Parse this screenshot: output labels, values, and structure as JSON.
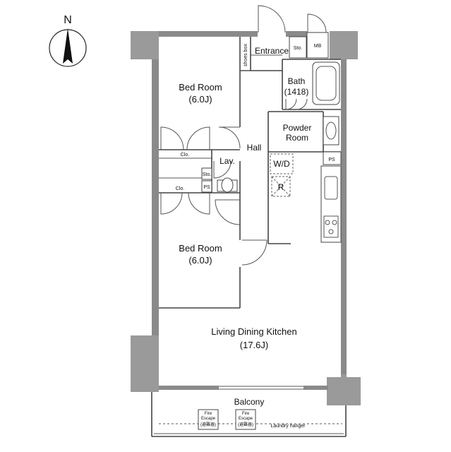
{
  "compass": {
    "letter": "N",
    "icon": "north-arrow-icon"
  },
  "rooms": {
    "bedroom_top": {
      "name": "Bed Room",
      "size": "(6.0J)"
    },
    "bedroom_bottom": {
      "name": "Bed Room",
      "size": "(6.0J)"
    },
    "ldk": {
      "name": "Living Dining Kitchen",
      "size": "(17.6J)"
    },
    "bath": {
      "name": "Bath",
      "size": "(1418)"
    },
    "powder": {
      "line1": "Powder",
      "line2": "Room"
    },
    "entrance": "Entrance",
    "hall": "Hall",
    "lav": "Lav.",
    "balcony": "Balcony"
  },
  "small_labels": {
    "shoes_box": "shoes box",
    "sto_entrance": "Sto.",
    "mb": "MB",
    "clo_top": "Clo.",
    "clo_bottom": "Clo.",
    "sto_lav": "Sto.",
    "ps_lav": "PS",
    "ps_kitchen": "PS",
    "wd": "W/D",
    "r": "R",
    "laundry": "Laundry hanger"
  },
  "fire_escapes": [
    {
      "line1": "Fire",
      "line2": "Escape",
      "line3": "(避難器)"
    },
    {
      "line1": "Fire",
      "line2": "Escape",
      "line3": "(避難器)"
    }
  ]
}
